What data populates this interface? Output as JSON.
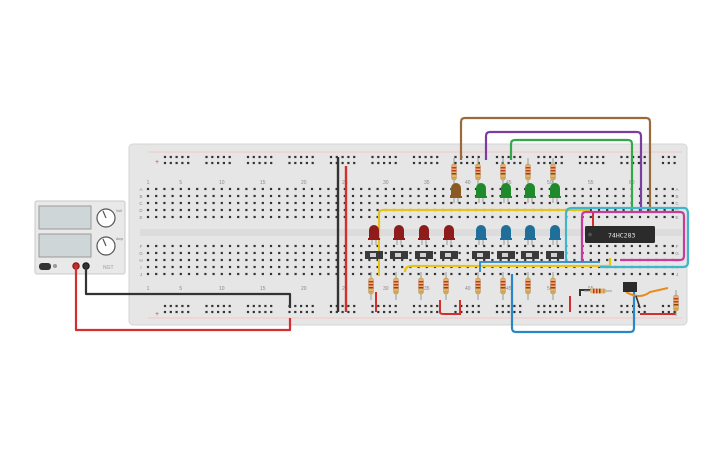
{
  "breadboard": {
    "column_numbers": [
      "1",
      "5",
      "10",
      "15",
      "20",
      "25",
      "30",
      "35",
      "40",
      "45",
      "50",
      "55",
      "60"
    ],
    "row_letters_top": [
      "A",
      "B",
      "C",
      "D",
      "E"
    ],
    "row_letters_bottom": [
      "F",
      "G",
      "H",
      "I",
      "J"
    ],
    "rail_plus": "+",
    "rail_minus": "-"
  },
  "power_supply": {
    "knob_labels": [
      "Volt",
      "Amp"
    ],
    "brand": "NGT"
  },
  "ic": {
    "label": "74HC283"
  },
  "colors": {
    "breadboard": "#e6e6e6",
    "rail_red": "#d83a35",
    "led_red": "#8e1c1c",
    "led_green": "#1e8a2b",
    "led_blue": "#1f6f9a",
    "led_brown": "#8a5a22",
    "wire_brown": "#9b6a3c",
    "wire_purple": "#7a3ea0",
    "wire_green": "#32a84a",
    "wire_pink": "#c53d9b",
    "wire_cyan": "#3fb6c9",
    "wire_blue": "#2a86c8",
    "wire_yellow": "#e7c419",
    "wire_red": "#d32f2f",
    "wire_black": "#333333",
    "wire_orange": "#e98a1a"
  }
}
